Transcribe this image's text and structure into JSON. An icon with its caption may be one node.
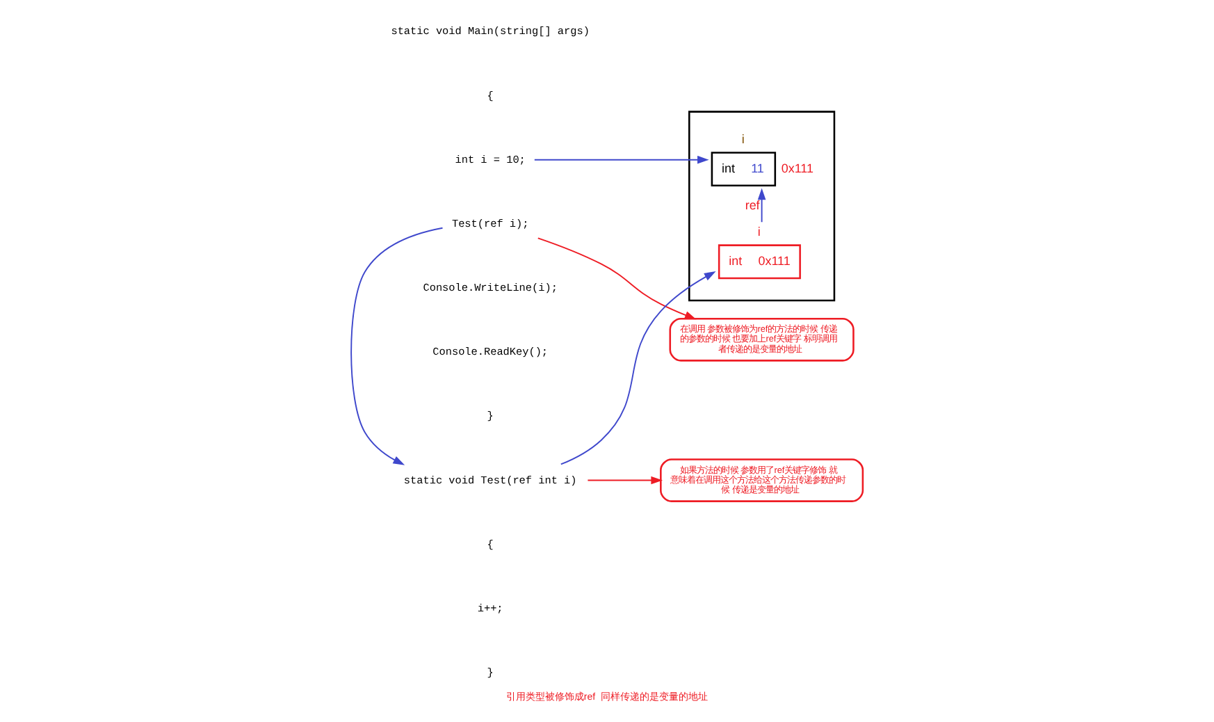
{
  "diagram": {
    "caption": "引用类型被修饰成ref  同样传递的是变量的地址",
    "nodes": [
      {
        "text": [
          "int i = 10;"
        ]
      },
      {
        "text": [
          "Test(ref i);"
        ]
      },
      {
        "text": [
          "在调用 参数被修饰为ref的方法的时候 传递的参数的时候 也要加上ref关键字 标明调用者传递的是变量的地址"
        ]
      },
      {
        "text": [
          "static void Test(ref int i)"
        ]
      },
      {
        "text": [
          "如果方法的时候 参数用了ref关键字修饰 就意味着在调用这个方法给这个方法传递参数的时候 传递是变量的地址"
        ]
      },
      {
        "text": [],
        "shape": "box"
      },
      {
        "text": [
          "int",
          "11"
        ],
        "beside": [
          "i",
          "0x111"
        ],
        "in": 5
      },
      {
        "text": [
          "int",
          "0x111"
        ],
        "beside": [
          "i"
        ],
        "in": 5
      }
    ],
    "edges": [
      {
        "from": 0,
        "to": 6,
        "arrow": "to"
      },
      {
        "from": 1,
        "to": 2,
        "arrow": "to",
        "color": "#ee1c24"
      },
      {
        "from": 1,
        "to": 3,
        "arrow": "to"
      },
      {
        "from": 3,
        "to": 4,
        "arrow": "to",
        "color": "#ee1c24"
      },
      {
        "from": 3,
        "to": 7,
        "arrow": "to"
      },
      {
        "from": 7,
        "to": 6,
        "arrow": "to",
        "label": "ref"
      }
    ],
    "labels": [
      "static void Main(string[] args)",
      "{",
      "Console.WriteLine(i);",
      "Console.ReadKey();",
      "}",
      "{",
      "i++;",
      "}"
    ]
  }
}
